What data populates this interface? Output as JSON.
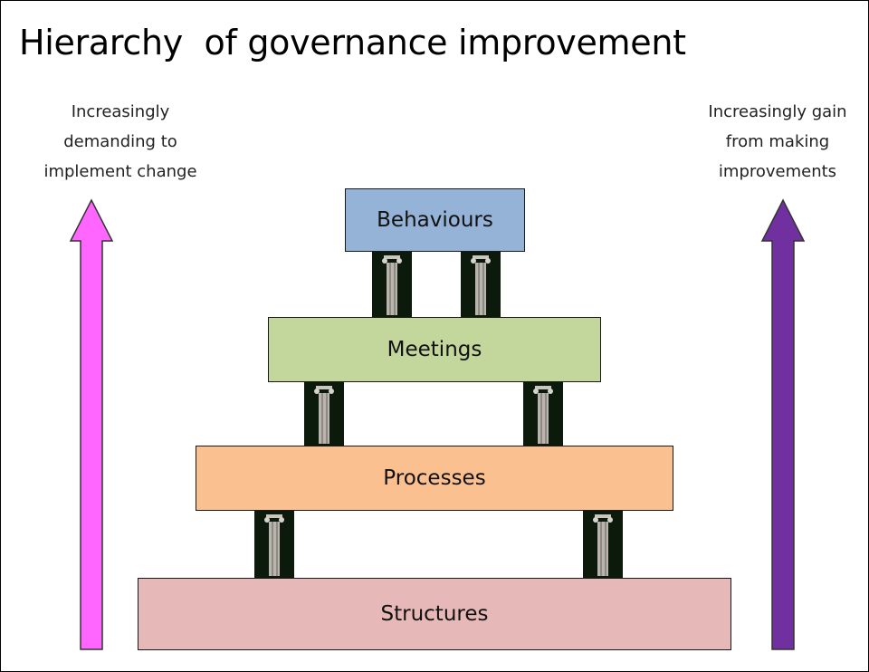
{
  "title": "Hierarchy  of governance improvement",
  "left_note": {
    "lines": [
      "Increasingly",
      "demanding to",
      "implement change"
    ],
    "arrow_color": "#ff66ff"
  },
  "right_note": {
    "lines": [
      "Increasingly gain",
      "from making",
      "improvements"
    ],
    "arrow_color": "#7030a0"
  },
  "tiers": {
    "behaviours": {
      "label": "Behaviours",
      "color": "#95b3d7"
    },
    "meetings": {
      "label": "Meetings",
      "color": "#c3d69b"
    },
    "processes": {
      "label": "Processes",
      "color": "#fac090"
    },
    "structures": {
      "label": "Structures",
      "color": "#e6b9b8"
    }
  },
  "pillar_icon": "ionic-column-icon"
}
